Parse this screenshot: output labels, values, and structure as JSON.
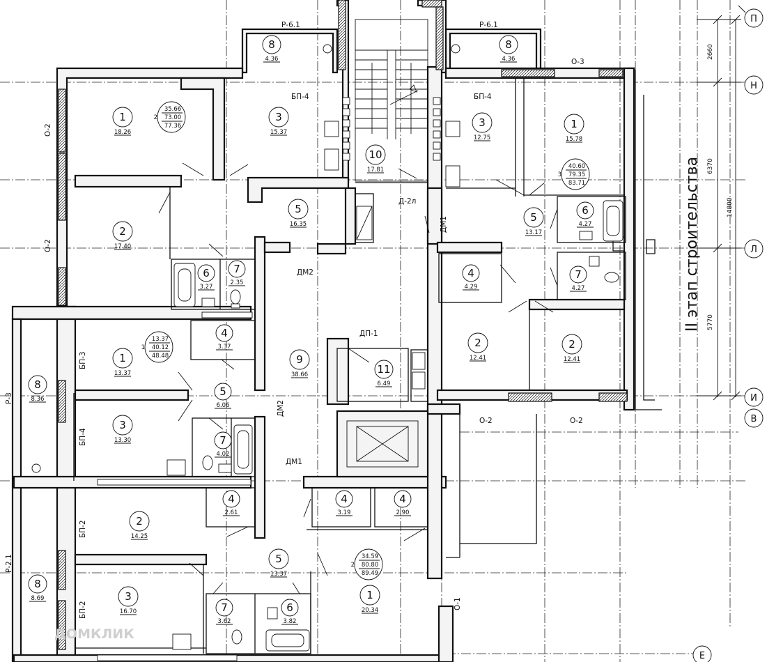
{
  "title": "II этап строительства",
  "watermark": "ДОМКЛИК",
  "axes": [
    "П",
    "Н",
    "Л",
    "И",
    "В",
    "Е"
  ],
  "dimensions": [
    "2660",
    "6370",
    "14800",
    "5770"
  ],
  "labels": {
    "r61a": "Р-6.1",
    "r61b": "Р-6.1",
    "o3": "О-3",
    "o2a": "О-2",
    "o2b": "О-2",
    "o2c": "О-2",
    "o2d": "О-2",
    "o1": "О-1",
    "r3": "Р-3",
    "r21": "Р-2.1",
    "bp4a": "БП-4",
    "bp4b": "БП-4",
    "bp3": "БП-3",
    "bp4c": "БП-4",
    "bp2a": "БП-2",
    "bp2b": "БП-2",
    "d2l": "Д-2л",
    "dm1a": "ДМ1",
    "dm2a": "ДМ2",
    "dm2b": "ДМ2",
    "dm1b": "ДМ1",
    "dp1": "ДП-1"
  },
  "rooms": [
    {
      "num": "8",
      "area": "4.36"
    },
    {
      "num": "8",
      "area": "4.36"
    },
    {
      "num": "1",
      "area": "18.26"
    },
    {
      "num": "3",
      "area": "15.37"
    },
    {
      "num": "10",
      "area": "17.81"
    },
    {
      "num": "3",
      "area": "12.75"
    },
    {
      "num": "1",
      "area": "15.78"
    },
    {
      "num": "2",
      "area": "17.40"
    },
    {
      "num": "5",
      "area": "16.35"
    },
    {
      "num": "5",
      "area": "13.17"
    },
    {
      "num": "6",
      "area": "4.27"
    },
    {
      "num": "6",
      "area": "3.27"
    },
    {
      "num": "7",
      "area": "2.35"
    },
    {
      "num": "4",
      "area": "4.29"
    },
    {
      "num": "7",
      "area": "4.27"
    },
    {
      "num": "4",
      "area": "3.37"
    },
    {
      "num": "1",
      "area": "13.37"
    },
    {
      "num": "9",
      "area": "38.66"
    },
    {
      "num": "11",
      "area": "6.49"
    },
    {
      "num": "2",
      "area": "12.41"
    },
    {
      "num": "2",
      "area": "12.41"
    },
    {
      "num": "8",
      "area": "8.36"
    },
    {
      "num": "5",
      "area": "6.06"
    },
    {
      "num": "3",
      "area": "13.30"
    },
    {
      "num": "7",
      "area": "4.02"
    },
    {
      "num": "4",
      "area": "2.61"
    },
    {
      "num": "4",
      "area": "3.19"
    },
    {
      "num": "4",
      "area": "2.90"
    },
    {
      "num": "2",
      "area": "14.25"
    },
    {
      "num": "5",
      "area": "13.37"
    },
    {
      "num": "8",
      "area": "8.69"
    },
    {
      "num": "3",
      "area": "16.70"
    },
    {
      "num": "7",
      "area": "3.62"
    },
    {
      "num": "6",
      "area": "3.82"
    },
    {
      "num": "1",
      "area": "20.34"
    }
  ],
  "apartments": [
    {
      "rooms": "2",
      "living": "35.66",
      "total": "73.00",
      "withBalcony": "77.36"
    },
    {
      "rooms": "3",
      "living": "40.60",
      "total": "79.35",
      "withBalcony": "83.71"
    },
    {
      "rooms": "1",
      "living": "13.37",
      "total": "40.12",
      "withBalcony": "48.48"
    },
    {
      "rooms": "2",
      "living": "34.59",
      "total": "80.80",
      "withBalcony": "89.49"
    }
  ]
}
